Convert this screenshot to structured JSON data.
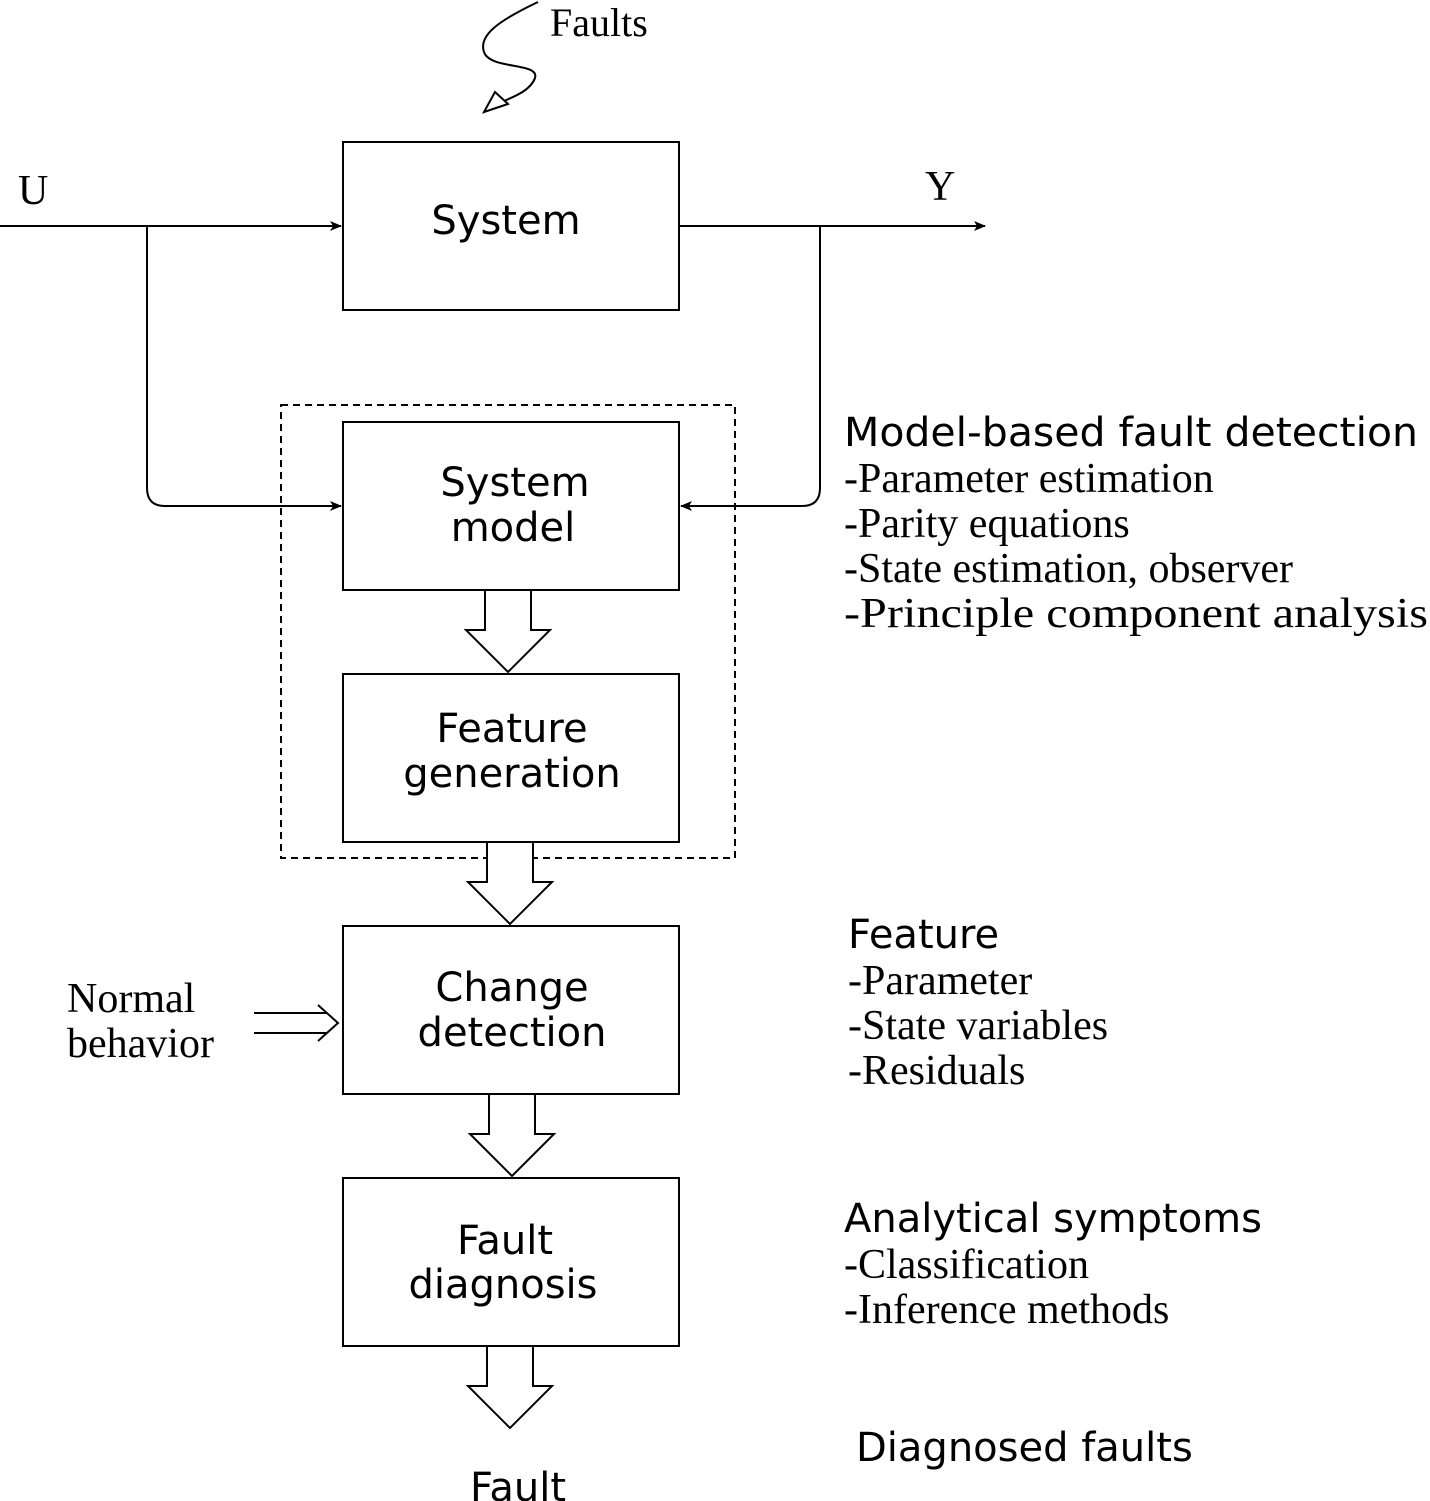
{
  "labels": {
    "faults": "Faults",
    "u": "U",
    "y": "Y",
    "normal_line1": "Normal",
    "normal_line2": "behavior",
    "fault_output": "Fault"
  },
  "boxes": {
    "system": [
      "System"
    ],
    "system_model": [
      "System",
      "model"
    ],
    "feature_generation": [
      "Feature",
      "generation"
    ],
    "change_detection": [
      "Change",
      "detection"
    ],
    "fault_diagnosis": [
      "Fault",
      "diagnosis"
    ]
  },
  "annotations": {
    "model_based": {
      "title": "Model-based fault detection",
      "items": [
        "-Parameter estimation",
        "-Parity equations",
        "-State estimation, observer",
        "-Principle component analysis"
      ]
    },
    "feature": {
      "title": "Feature",
      "items": [
        "-Parameter",
        "-State variables",
        "-Residuals"
      ]
    },
    "analytical": {
      "title": "Analytical symptoms",
      "items": [
        "-Classification",
        "-Inference methods"
      ]
    },
    "diagnosed": {
      "title": "Diagnosed faults"
    }
  }
}
